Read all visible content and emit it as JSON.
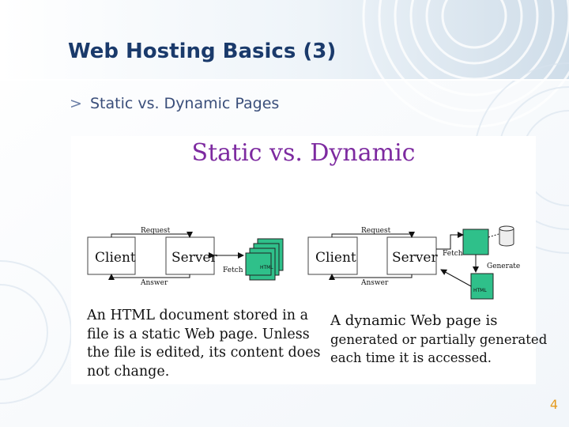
{
  "slide": {
    "title": "Web Hosting Basics (3)",
    "subtitle_marker": ">",
    "subtitle": "Static vs. Dynamic Pages",
    "page_number": "4"
  },
  "figure": {
    "heading": "Static vs. Dynamic",
    "static_diagram": {
      "client": "Client",
      "server": "Server",
      "request": "Request",
      "answer": "Answer",
      "fetch": "Fetch",
      "file": "HTML"
    },
    "dynamic_diagram": {
      "client": "Client",
      "server": "Server",
      "request": "Request",
      "answer": "Answer",
      "fetch": "Fetch",
      "generate": "Generate",
      "file": "HTML"
    },
    "static_caption": [
      "An HTML document stored in a",
      "file is a static Web page. Unless",
      "the file is edited, its content does",
      "not change."
    ],
    "dynamic_caption": [
      "A dynamic Web page is",
      "generated or partially generated",
      "each time it is accessed."
    ]
  },
  "colors": {
    "title": "#1a3a6b",
    "heading": "#7d2aa0",
    "page_number": "#e49a1e",
    "file_green": "#2fc08a"
  }
}
